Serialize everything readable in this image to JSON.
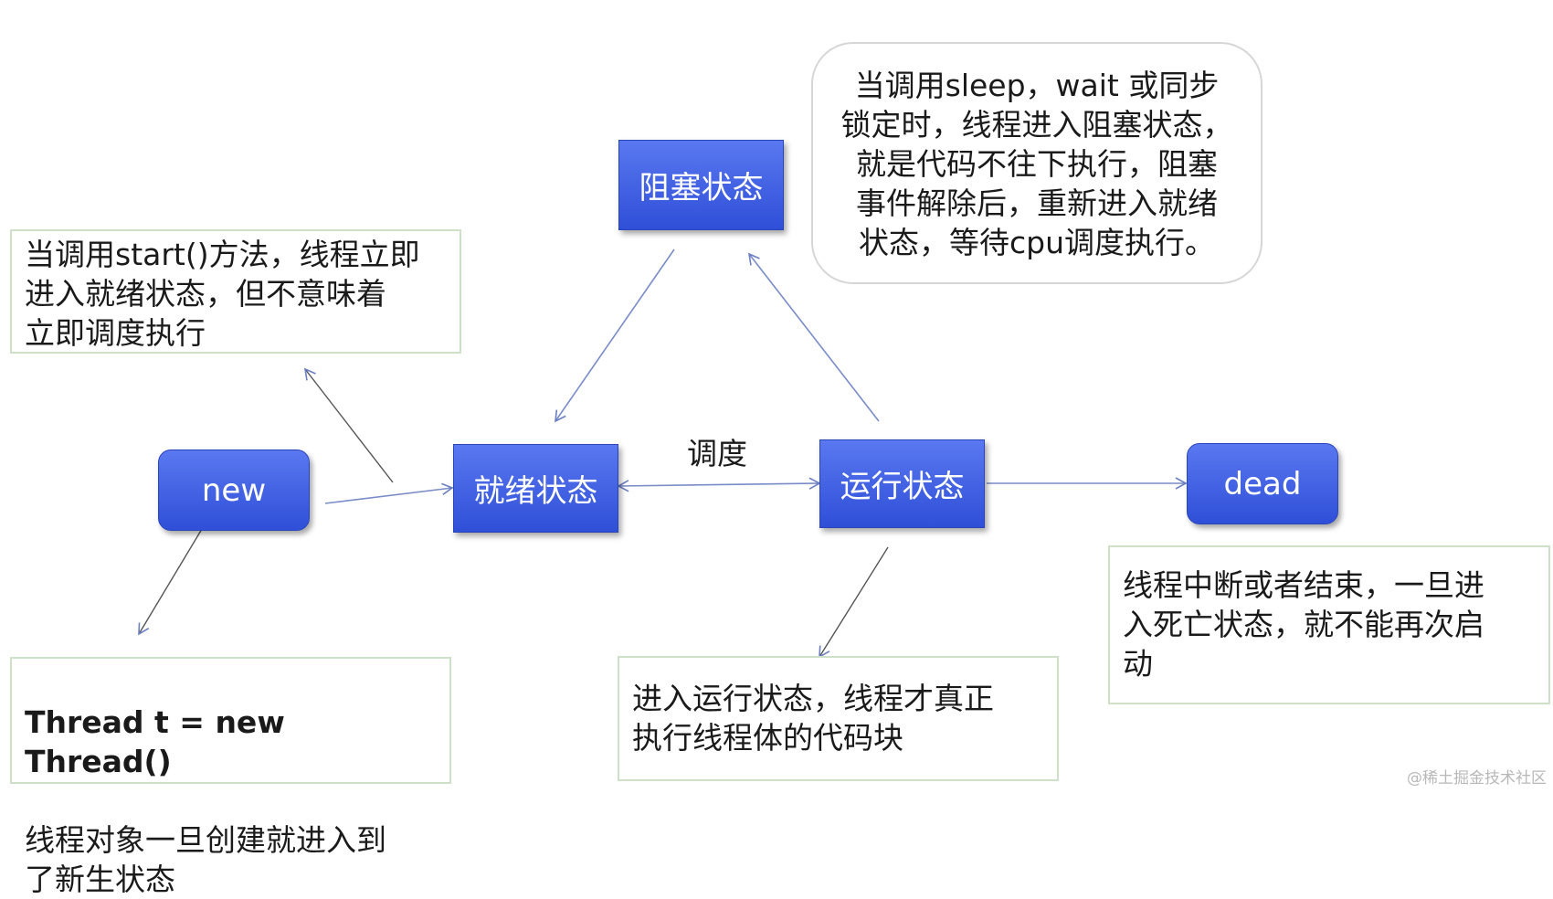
{
  "states": {
    "blocked": "阻塞状态",
    "runnable": "就绪状态",
    "running": "运行状态",
    "new": "new",
    "dead": "dead"
  },
  "edge_label_schedule": "调度",
  "notes": {
    "blocked": "当调用sleep，wait 或同步\n锁定时，线程进入阻塞状态，\n就是代码不往下执行，阻塞\n事件解除后，重新进入就绪\n状态，等待cpu调度执行。",
    "start": "当调用start()方法，线程立即\n进入就绪状态，但不意味着\n立即调度执行",
    "new_code": "Thread t = new Thread()",
    "new_desc": "线程对象一旦创建就进入到\n了新生状态",
    "running": "进入运行状态，线程才真正\n执行线程体的代码块",
    "dead": "线程中断或者结束，一旦进\n入死亡状态，就不能再次启\n动"
  },
  "watermark": "@稀土掘金技术社区",
  "colors": {
    "state_fill": "#3f5fe0",
    "arrow": "#7a8cc8",
    "note_border": "#cfe0c9"
  }
}
